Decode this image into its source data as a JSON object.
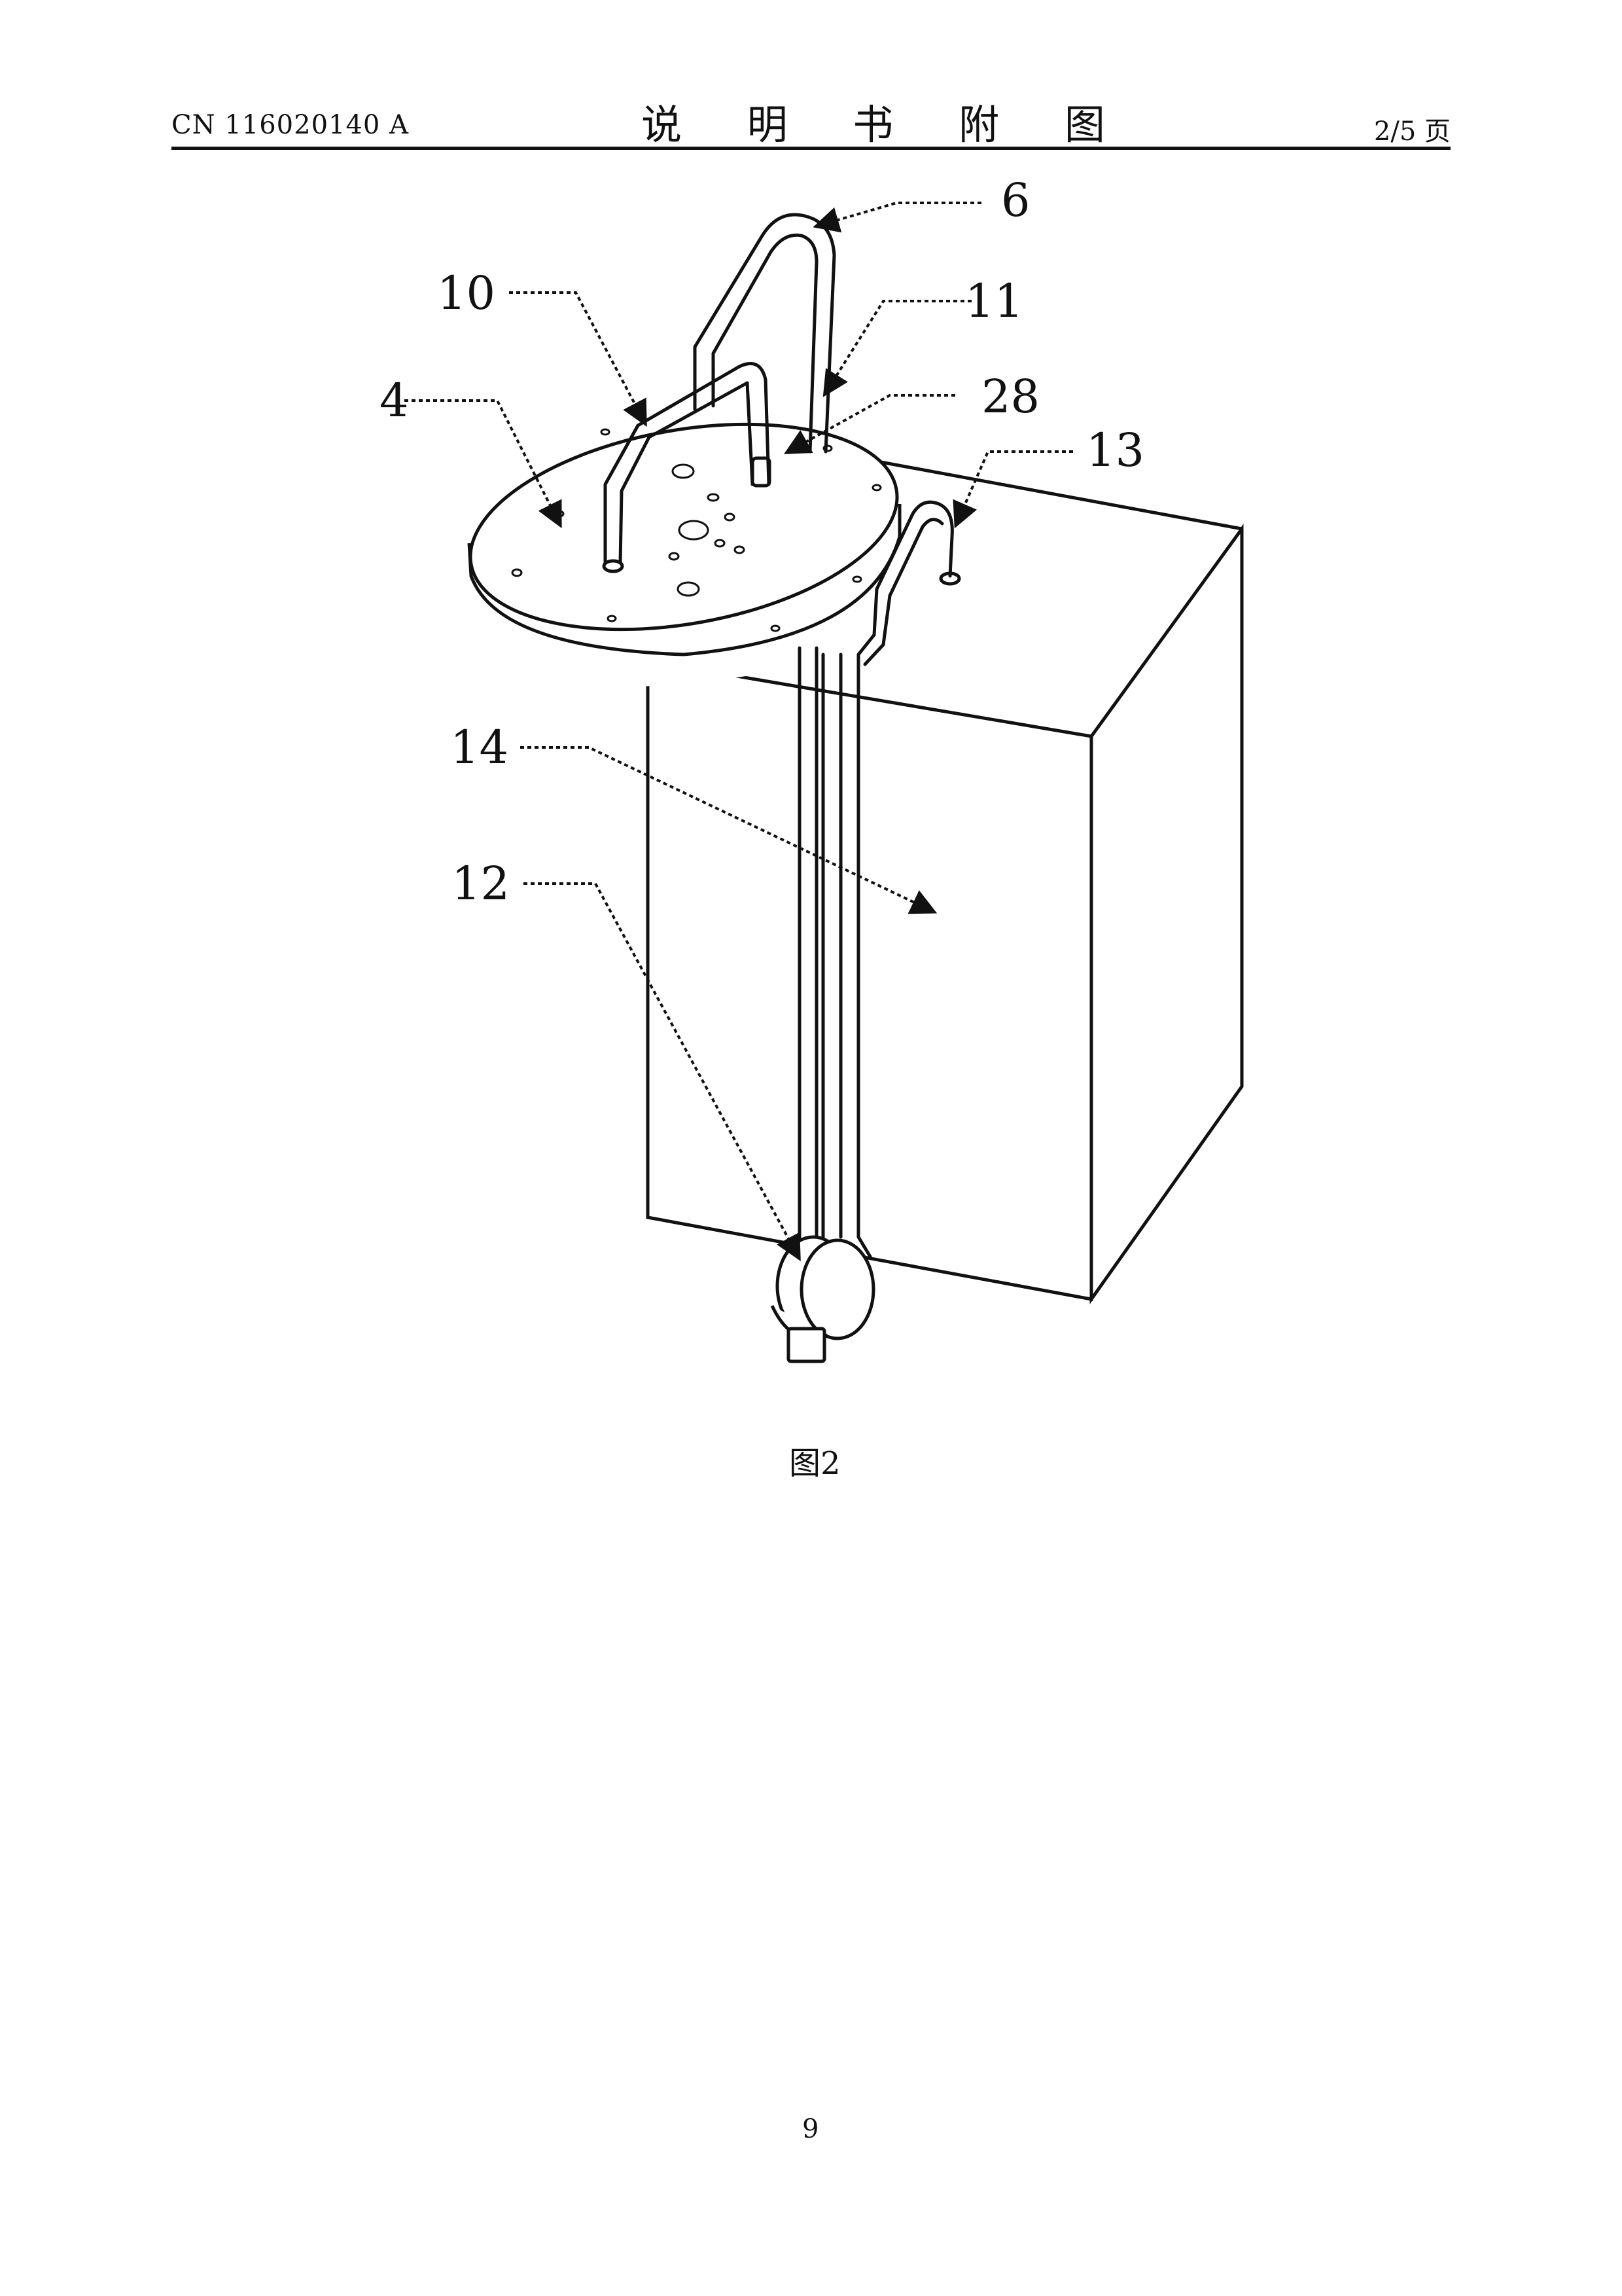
{
  "header": {
    "doc_number": "CN 116020140 A",
    "title": "说 明 书 附 图",
    "page_of": "2/5 页"
  },
  "figure": {
    "labels": {
      "l6": "6",
      "l10": "10",
      "l11": "11",
      "l4": "4",
      "l28": "28",
      "l13": "13",
      "l14": "14",
      "l12": "12"
    },
    "caption": "图2"
  },
  "footer": {
    "page_number": "9"
  }
}
